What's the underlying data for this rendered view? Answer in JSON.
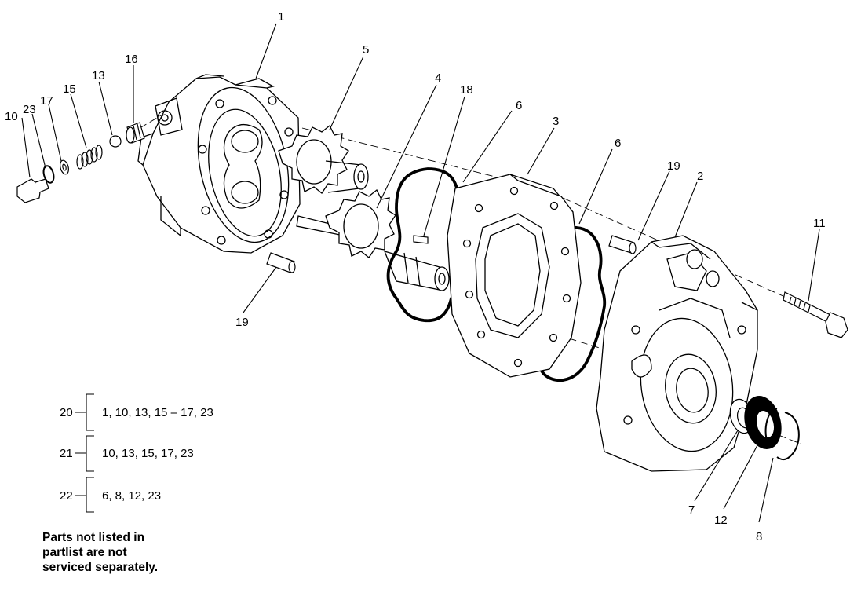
{
  "callouts": {
    "c1": "1",
    "c2": "2",
    "c3": "3",
    "c4": "4",
    "c5": "5",
    "c6a": "6",
    "c6b": "6",
    "c7": "7",
    "c8": "8",
    "c10": "10",
    "c11": "11",
    "c12": "12",
    "c13": "13",
    "c15": "15",
    "c16": "16",
    "c17": "17",
    "c18": "18",
    "c19a": "19",
    "c19b": "19",
    "c23": "23"
  },
  "kits": [
    {
      "number": "20",
      "parts": "1, 10, 13, 15 – 17, 23"
    },
    {
      "number": "21",
      "parts": "10, 13, 15, 17, 23"
    },
    {
      "number": "22",
      "parts": "6, 8, 12, 23"
    }
  ],
  "note": {
    "line1": "Parts not listed in",
    "line2": "partlist are not",
    "line3": "serviced separately."
  }
}
